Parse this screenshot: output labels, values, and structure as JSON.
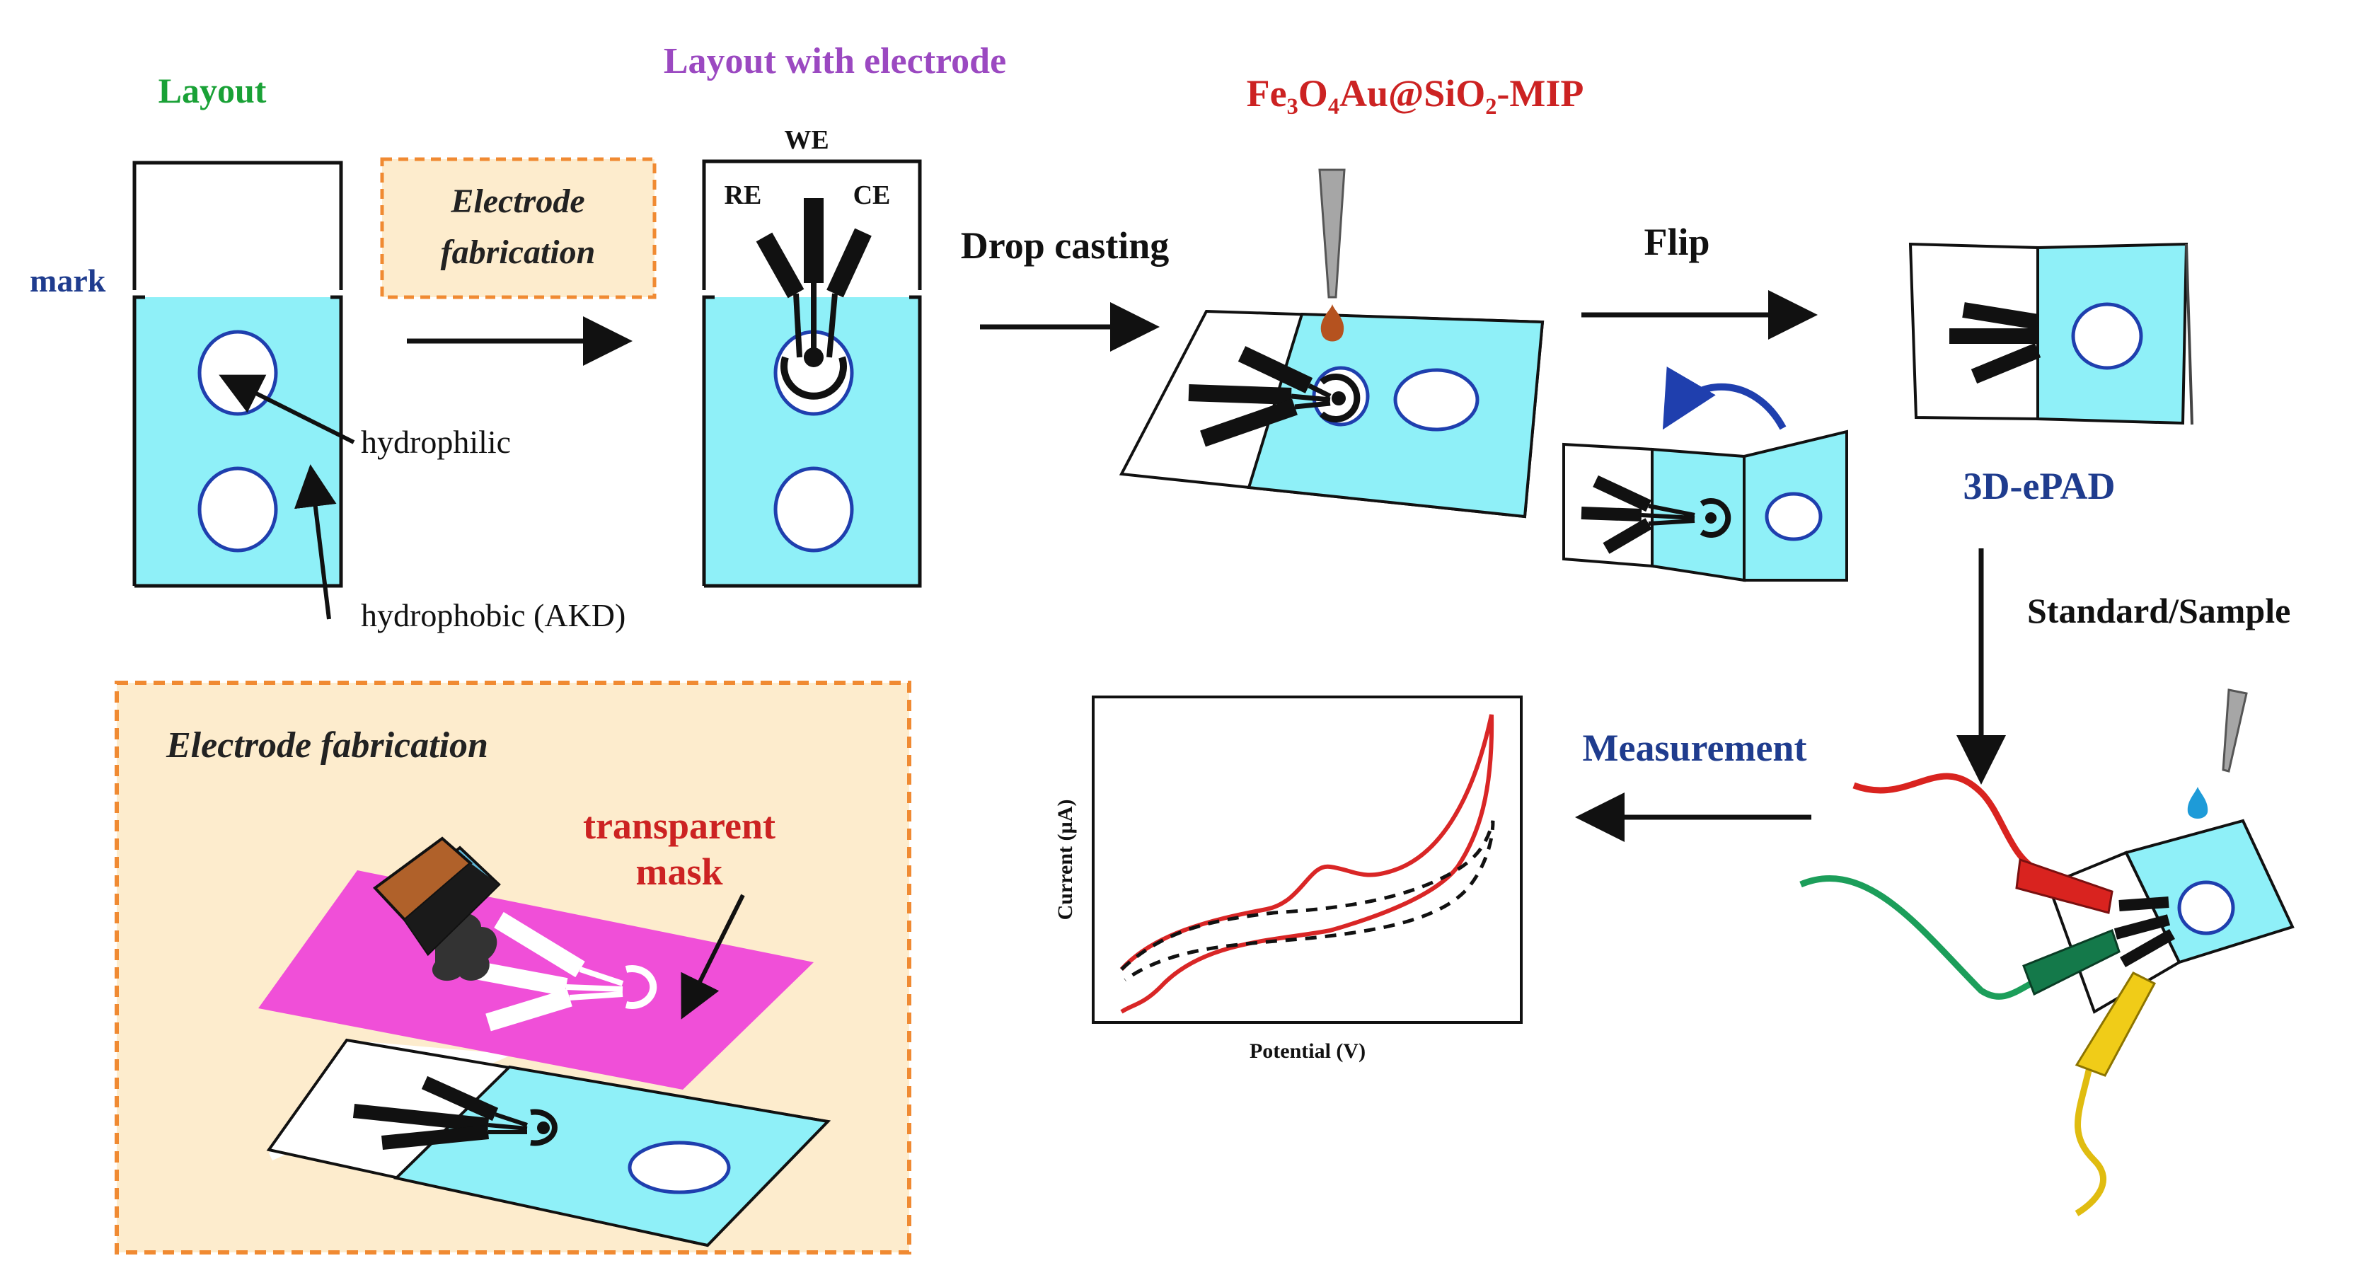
{
  "colors": {
    "cyan": "#8ff0f8",
    "blue_outline": "#1f3fae",
    "green_title": "#19a136",
    "purple_title": "#9b49c1",
    "red_title": "#cc2222",
    "navy_title": "#1f3c8e",
    "orange_dash": "#f08a32",
    "cream": "#fdeccd",
    "magenta": "#f04fd8",
    "drop_brown": "#b5521f",
    "drop_blue": "#1e9bd8",
    "lead_red": "#d9231f",
    "lead_green": "#1c9e5a",
    "lead_yellow": "#f0cc18",
    "cv_red": "#d92626"
  },
  "labels": {
    "layout_title": "Layout",
    "layout_electrode_title": "Layout with electrode",
    "mip_title": "Fe₃O₄Au@SiO₂-MIP",
    "mark": "mark",
    "hydrophilic": "hydrophilic",
    "hydrophobic": "hydrophobic (AKD)",
    "electrode_fab_box_line1": "Electrode",
    "electrode_fab_box_line2": "fabrication",
    "we": "WE",
    "re": "RE",
    "ce": "CE",
    "drop_casting": "Drop casting",
    "flip": "Flip",
    "epad": "3D-ePAD",
    "standard_sample": "Standard/Sample",
    "measurement": "Measurement",
    "electrode_fab_panel": "Electrode fabrication",
    "transparent_mask_line1": "transparent",
    "transparent_mask_line2": "mask",
    "y_axis": "Current (µA)",
    "x_axis": "Potential (V)"
  },
  "icons": {
    "pipette": "pipette-icon",
    "flip_arrow": "curved-arrow-icon",
    "squeegee": "squeegee-icon",
    "alligator_clip": "alligator-clip-icon"
  }
}
